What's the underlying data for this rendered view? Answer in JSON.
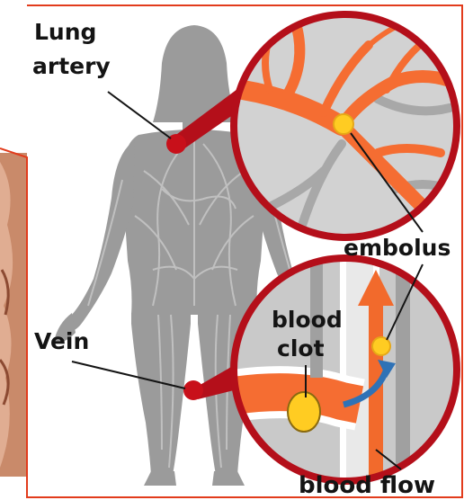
{
  "labels": {
    "lung_artery_line1": "Lung",
    "lung_artery_line2": "artery",
    "embolus": "embolus",
    "blood_clot_line1": "blood",
    "blood_clot_line2": "clot",
    "vein": "Vein",
    "blood_flow": "blood flow"
  },
  "colors": {
    "border": "#e23c1c",
    "body": "#9a9a9a",
    "vessel_red": "#b40f1a",
    "artery_orange": "#f56d32",
    "embolus_yellow": "#ffcc22",
    "flow_arrow": "#f26a2c",
    "swirl_blue": "#2f72b6"
  }
}
